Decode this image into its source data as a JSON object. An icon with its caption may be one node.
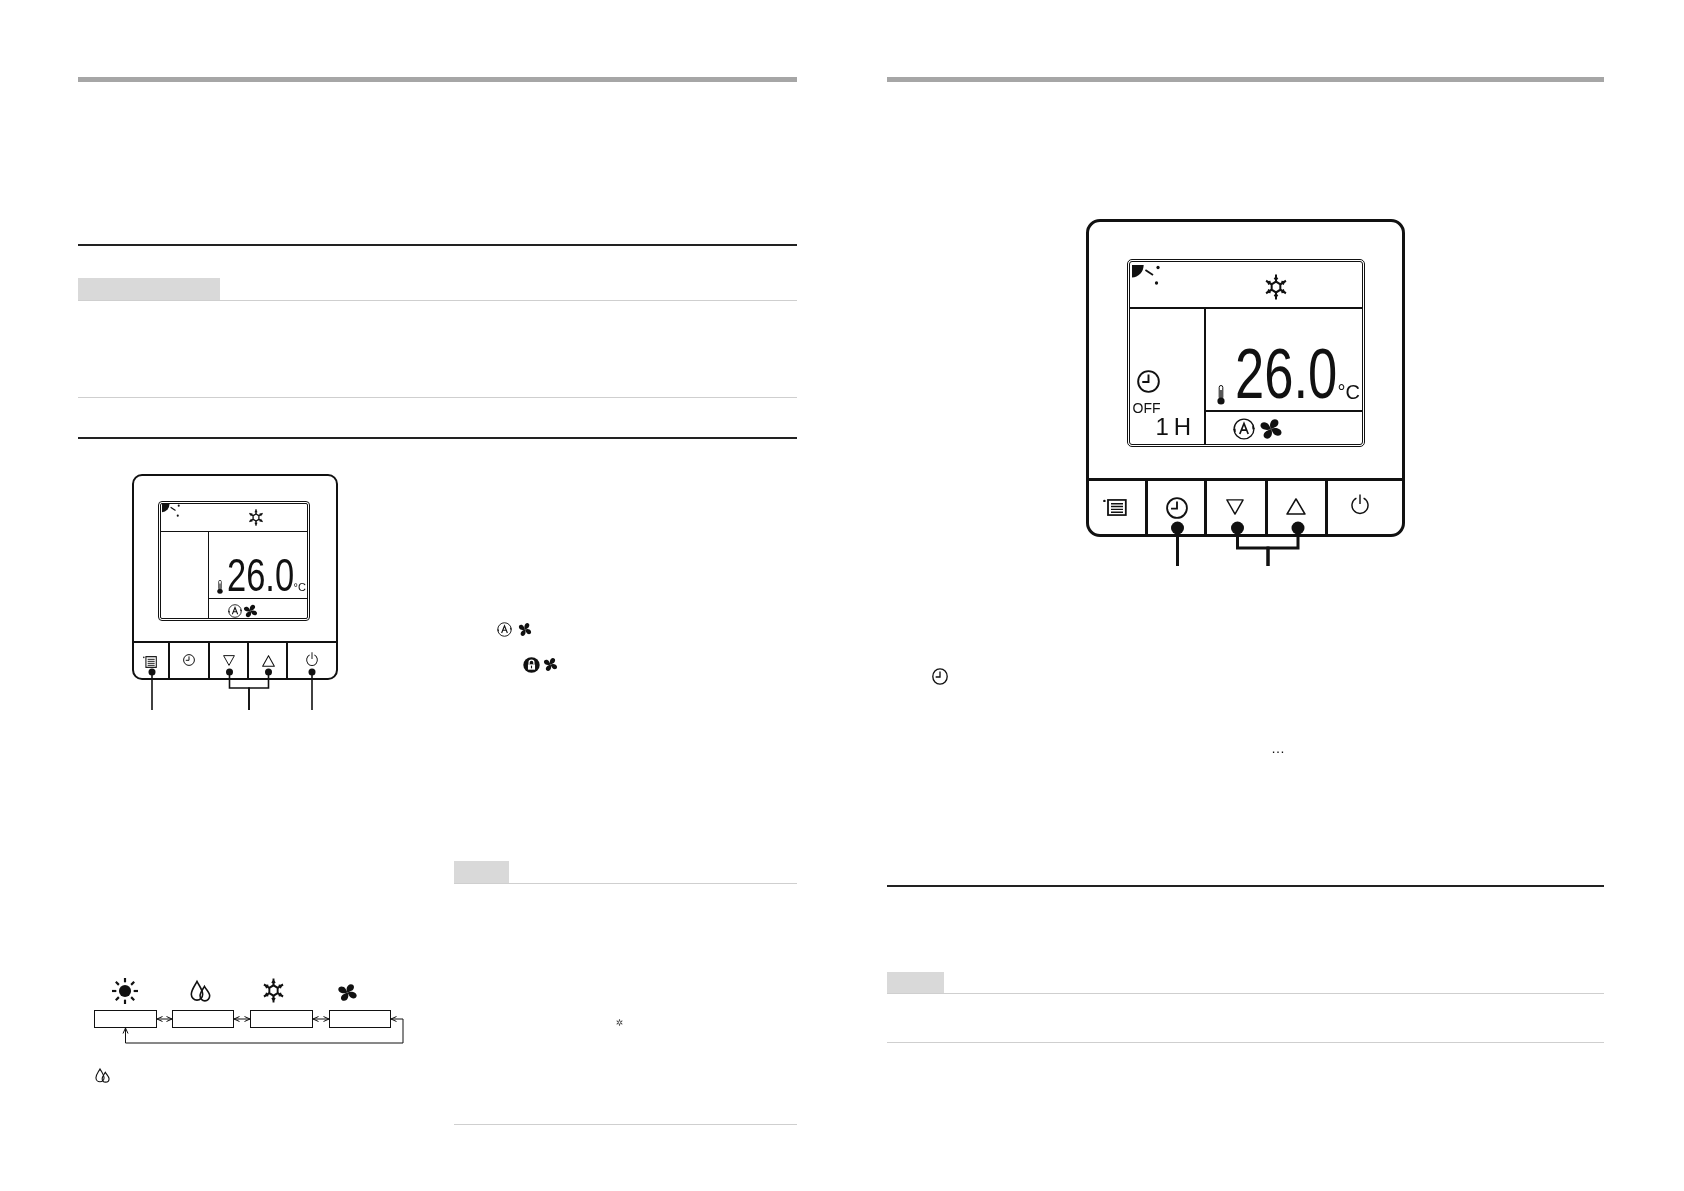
{
  "diagram": {
    "nodes": [
      {
        "text": [],
        "shape": "bar"
      },
      {
        "text": [],
        "shape": "box"
      },
      {
        "text": [
          "26.0",
          "°C"
        ],
        "in": 1
      },
      {
        "text": [],
        "shape": "box",
        "in": 1
      },
      {
        "text": [],
        "shape": "box",
        "in": 1
      },
      {
        "text": [],
        "shape": "box",
        "in": 1
      },
      {
        "text": [],
        "shape": "box",
        "in": 1
      },
      {
        "text": [],
        "shape": "box",
        "in": 1
      },
      {
        "text": [],
        "shape": "box"
      },
      {
        "text": [],
        "shape": "box"
      },
      {
        "text": [],
        "shape": "box"
      },
      {
        "text": [],
        "shape": "box"
      },
      {
        "text": [],
        "shape": "bar"
      },
      {
        "text": [],
        "shape": "box"
      },
      {
        "text": [
          "26.0",
          "°C",
          "OFF",
          "1H"
        ],
        "in": 13
      },
      {
        "text": [],
        "shape": "box",
        "in": 13
      },
      {
        "text": [],
        "shape": "box",
        "in": 13
      },
      {
        "text": [],
        "shape": "box",
        "in": 13
      },
      {
        "text": [],
        "shape": "box",
        "in": 13
      },
      {
        "text": [],
        "shape": "box",
        "in": 13
      },
      {
        "text": [],
        "shape": "bar"
      }
    ],
    "edges": [
      {
        "from": null,
        "to": 3,
        "arrow": "other"
      },
      {
        "from": null,
        "to": 5,
        "arrow": "other"
      },
      {
        "from": null,
        "to": 6,
        "arrow": "other"
      },
      {
        "from": null,
        "to": 7,
        "arrow": "other"
      },
      {
        "from": 8,
        "to": 9,
        "arrow": "both"
      },
      {
        "from": 9,
        "to": 10,
        "arrow": "both"
      },
      {
        "from": 10,
        "to": 11,
        "arrow": "both"
      },
      {
        "from": 11,
        "to": 8,
        "arrow": "both"
      },
      {
        "from": null,
        "to": 16,
        "arrow": "other"
      },
      {
        "from": null,
        "to": 17,
        "arrow": "other"
      },
      {
        "from": null,
        "to": 18,
        "arrow": "other"
      }
    ],
    "labels": [
      "…"
    ]
  }
}
